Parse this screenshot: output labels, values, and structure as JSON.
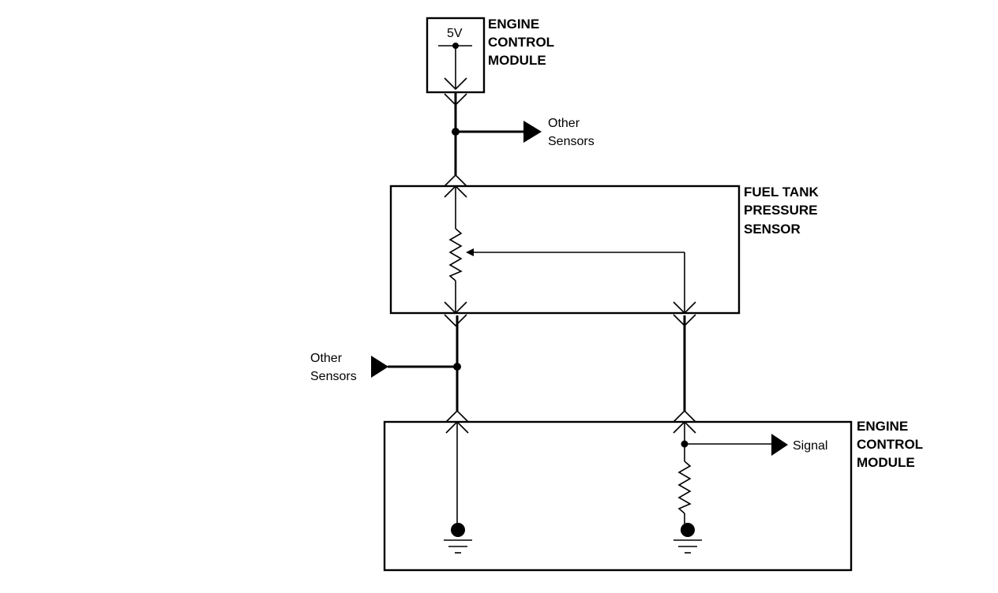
{
  "ecm_top": {
    "label_lines": [
      "ENGINE",
      "CONTROL",
      "MODULE"
    ],
    "voltage": "5V"
  },
  "fuel_tank_sensor": {
    "label_lines": [
      "FUEL TANK",
      "PRESSURE",
      "SENSOR"
    ]
  },
  "ecm_bottom": {
    "label_lines": [
      "ENGINE",
      "CONTROL",
      "MODULE"
    ],
    "signal_label": "Signal"
  },
  "other_sensors_top": {
    "label_lines": [
      "Other",
      "Sensors"
    ]
  },
  "other_sensors_left": {
    "label_lines": [
      "Other",
      "Sensors"
    ]
  }
}
